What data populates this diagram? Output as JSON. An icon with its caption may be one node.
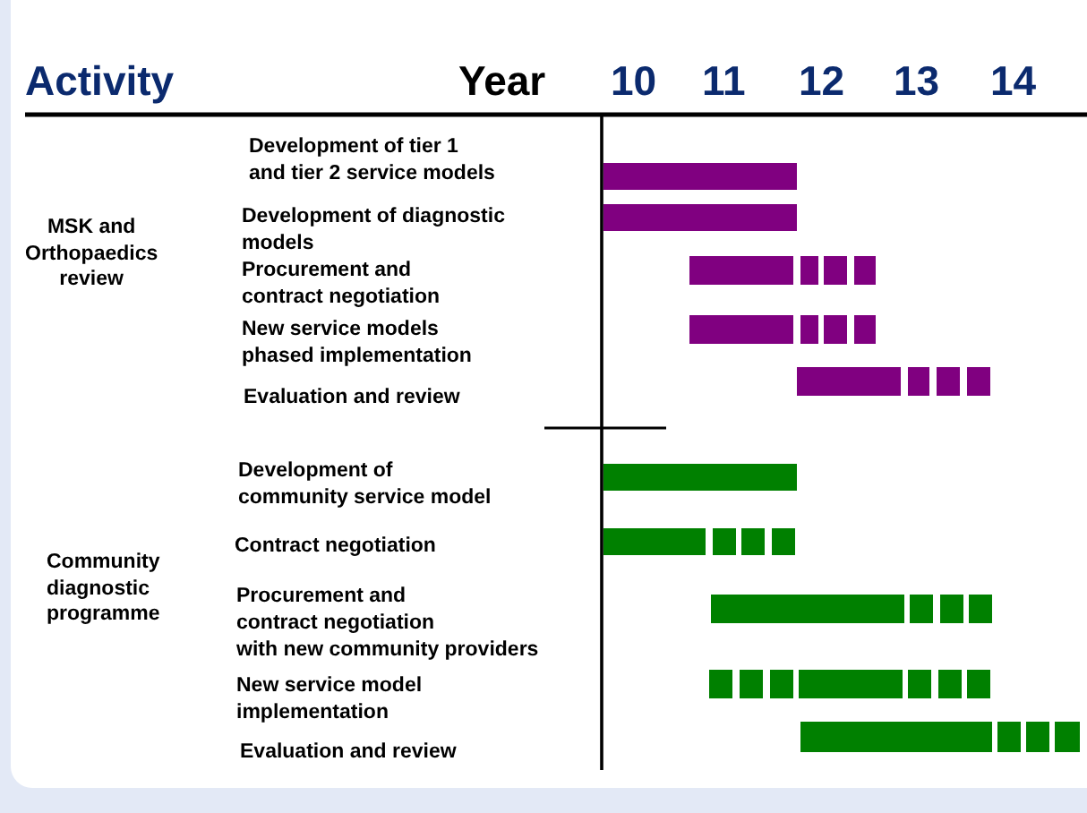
{
  "diagram": {
    "labels": [
      "Activity",
      "Year",
      "10",
      "11",
      "12",
      "13",
      "14",
      "MSK and Orthopaedics review",
      "Development of tier 1 and tier 2 service models",
      "Development of diagnostic models",
      "Procurement and contract negotiation",
      "New service models phased implementation",
      "Evaluation and review",
      "Community diagnostic programme",
      "Development of community service model",
      "Contract negotiation",
      "Procurement and contract negotiation with new community providers",
      "New service model implementation",
      "Evaluation and review"
    ]
  }
}
